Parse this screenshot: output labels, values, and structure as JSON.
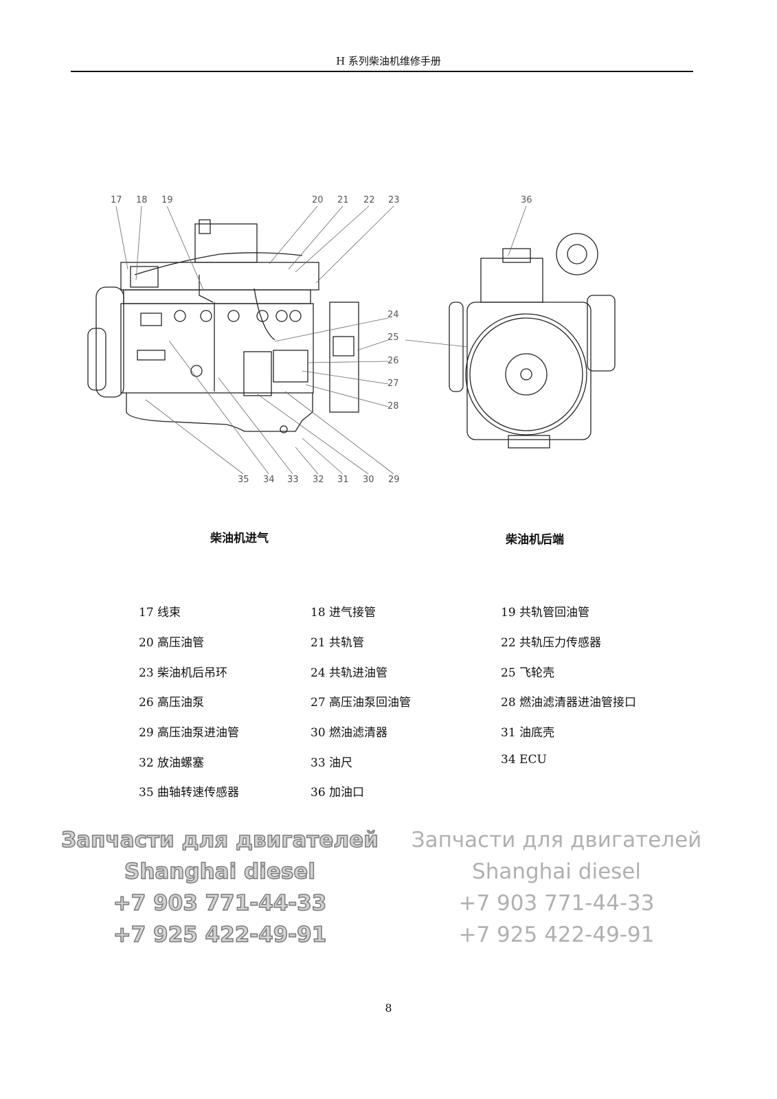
{
  "header": {
    "title": "H 系列柴油机维修手册"
  },
  "figures": {
    "left": {
      "caption": "柴油机进气",
      "callouts": [
        "17",
        "18",
        "19",
        "20",
        "21",
        "22",
        "23",
        "24",
        "25",
        "26",
        "27",
        "28",
        "29",
        "30",
        "31",
        "32",
        "33",
        "34",
        "35"
      ]
    },
    "right": {
      "caption": "柴油机后端",
      "callouts": [
        "36"
      ]
    }
  },
  "legend": [
    [
      "17 线束",
      "18 进气接管",
      "19 共轨管回油管"
    ],
    [
      "20 高压油管",
      "21 共轨管",
      "22 共轨压力传感器"
    ],
    [
      "23 柴油机后吊环",
      "24 共轨进油管",
      "25 飞轮壳"
    ],
    [
      "26 高压油泵",
      "27 高压油泵回油管",
      "28 燃油滤清器进油管接口"
    ],
    [
      "29 高压油泵进油管",
      "30 燃油滤清器",
      "31 油底壳"
    ],
    [
      "32 放油螺塞",
      "33 油尺",
      "34 ECU"
    ],
    [
      "35 曲轴转速传感器",
      "36 加油口"
    ]
  ],
  "watermark": {
    "line1": "Запчасти для двигателей",
    "line2": "Shanghai diesel",
    "phone1": "+7 903 771-44-33",
    "phone2": "+7 925 422-49-91"
  },
  "footer": {
    "page_number": "8"
  }
}
